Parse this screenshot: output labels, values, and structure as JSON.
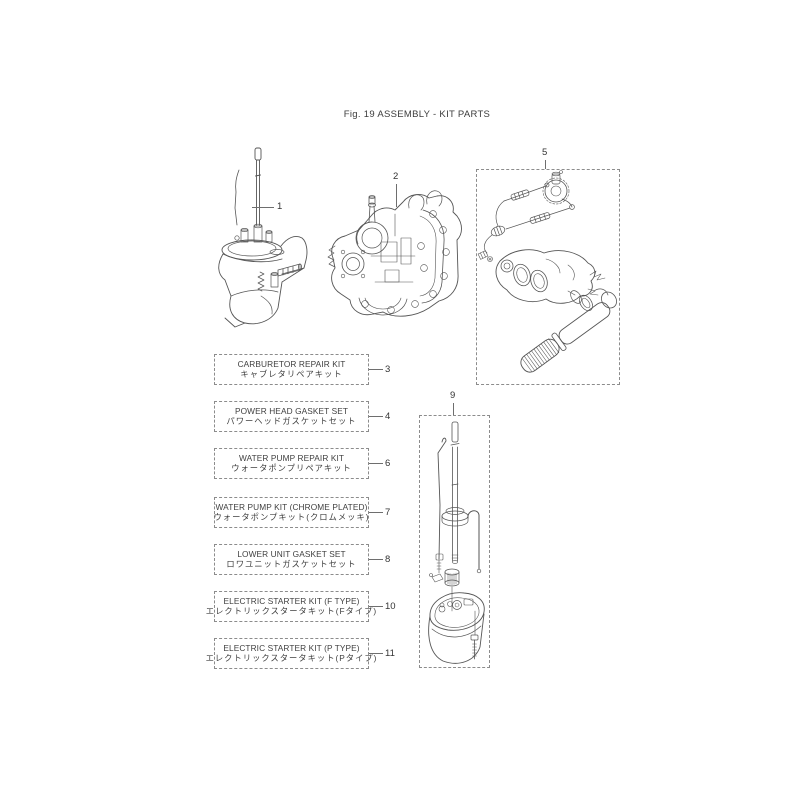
{
  "title": "Fig. 19 ASSEMBLY - KIT PARTS",
  "figures": [
    {
      "name": "lower-unit-assembly",
      "callout": "1"
    },
    {
      "name": "power-head-assembly",
      "callout": "2"
    },
    {
      "name": "steering-handle-kit",
      "callout": "5"
    },
    {
      "name": "drive-shaft-kit",
      "callout": "9"
    }
  ],
  "kit_boxes": [
    {
      "callout": "3",
      "en": "CARBURETOR REPAIR KIT",
      "jp": "キャブレタリペアキット"
    },
    {
      "callout": "4",
      "en": "POWER HEAD GASKET SET",
      "jp": "パワーヘッドガスケットセット"
    },
    {
      "callout": "6",
      "en": "WATER PUMP REPAIR KIT",
      "jp": "ウォータポンプリペアキット"
    },
    {
      "callout": "7",
      "en": "WATER PUMP KIT (CHROME PLATED)",
      "jp": "ウォータポンプキット(クロムメッキ)"
    },
    {
      "callout": "8",
      "en": "LOWER UNIT GASKET SET",
      "jp": "ロワユニットガスケットセット"
    },
    {
      "callout": "10",
      "en": "ELECTRIC STARTER KIT (F TYPE)",
      "jp": "エレクトリックスタータキット(Fタイプ)"
    },
    {
      "callout": "11",
      "en": "ELECTRIC STARTER KIT (P TYPE)",
      "jp": "エレクトリックスタータキット(Pタイプ)"
    }
  ],
  "colors": {
    "background": "#ffffff",
    "line": "#565656",
    "text": "#3c3c3c",
    "dashed_border": "#8c8c8c"
  }
}
